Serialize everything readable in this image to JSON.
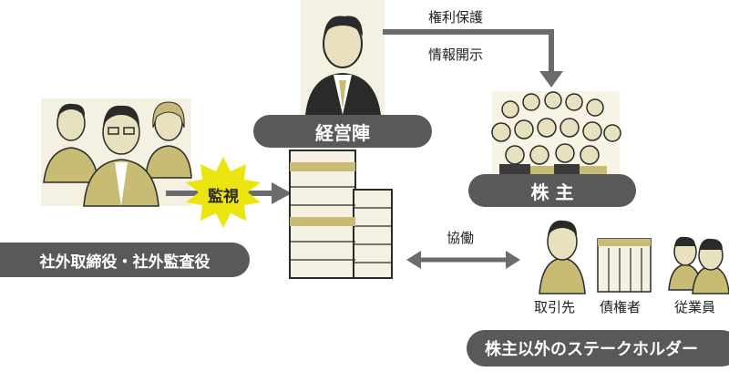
{
  "labels": {
    "management": "経営陣",
    "shareholders": "株 主",
    "outside_directors": "社外取締役・社外監査役",
    "monitor": "監視",
    "rights_protection": "権利保護",
    "info_disclosure": "情報開示",
    "collaboration": "協働",
    "suppliers": "取引先",
    "creditors": "債権者",
    "employees": "従業員",
    "other_stakeholders": "株主以外のステークホルダー"
  },
  "colors": {
    "pill": "#595959",
    "accent_olive": "#c8bb74",
    "monitor_burst": "#ece40e",
    "arrow": "#6b6b6b"
  }
}
